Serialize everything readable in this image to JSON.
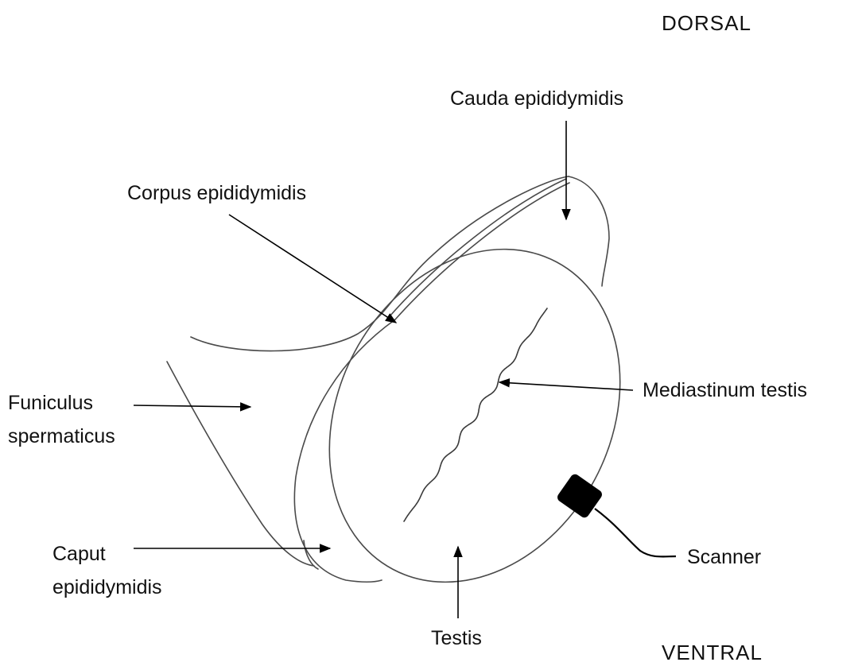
{
  "orientation": {
    "top": "DORSAL",
    "bottom": "VENTRAL"
  },
  "labels": {
    "cauda": "Cauda epididymidis",
    "corpus": "Corpus epididymidis",
    "funiculus_line1": "Funiculus",
    "funiculus_line2": "spermaticus",
    "mediastinum": "Mediastinum testis",
    "caput_line1": "Caput",
    "caput_line2": "epididymidis",
    "scanner": "Scanner",
    "testis": "Testis"
  },
  "colors": {
    "outline": "#4a4a4a",
    "arrow": "#000000",
    "text": "#111111",
    "probe": "#000000"
  }
}
